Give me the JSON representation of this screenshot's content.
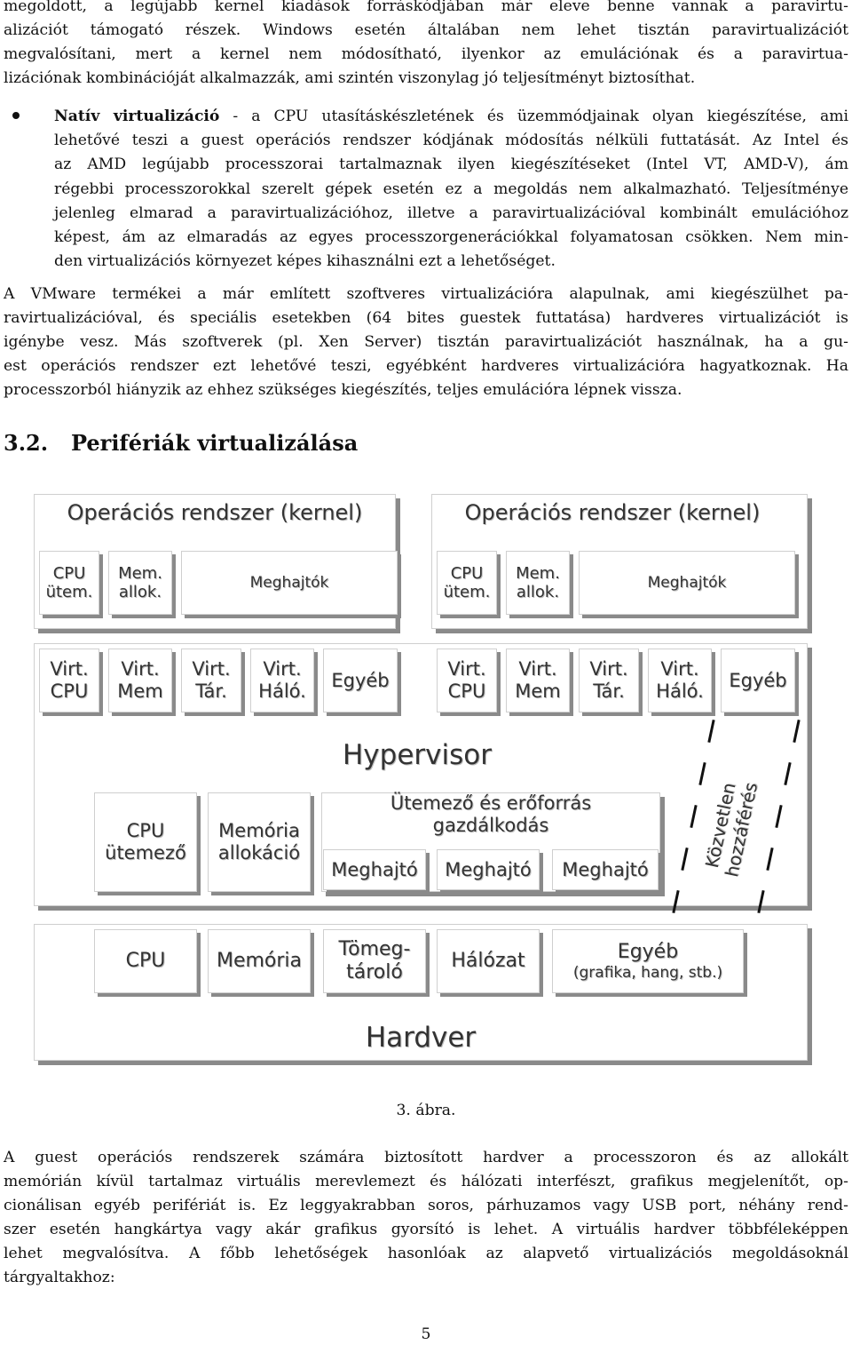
{
  "intro_lines": [
    "megoldott, a legújabb kernel kiadások forráskódjában már eleve benne vannak a paravirtu-",
    "alizációt támogató részek. Windows esetén általában nem lehet tisztán paravirtualizációt",
    "megvalósítani, mert a kernel nem módosítható, ilyenkor az emulációnak és a paravirtua-",
    "lizációnak kombinációját alkalmazzák, ami szintén viszonylag jó teljesítményt biztosíthat."
  ],
  "bullet": {
    "term": "Natív virtualizáció",
    "first_line_rest": " - a CPU utasításkészletének és üzemmódjainak olyan kiegészítése, ami",
    "lines": [
      "lehetővé teszi a guest operációs rendszer kódjának módosítás nélküli futtatását. Az Intel és",
      "az AMD legújabb processzorai tartalmaznak ilyen kiegészítéseket (Intel VT, AMD-V), ám",
      "régebbi processzorokkal szerelt gépek esetén ez a megoldás nem alkalmazható. Teljesítménye",
      "jelenleg elmarad a paravirtualizációhoz, illetve a paravirtualizációval kombinált emulációhoz",
      "képest, ám az elmaradás az egyes processzorgenerációkkal folyamatosan csökken. Nem min-",
      "den virtualizációs környezet képes kihasználni ezt a lehetőséget."
    ]
  },
  "vmware_lines": [
    "A VMware termékei a már említett szoftveres virtualizációra alapulnak, ami kiegészülhet pa-",
    "ravirtualizációval, és speciális esetekben (64 bites guestek futtatása) hardveres virtualizációt is",
    "igénybe vesz. Más szoftverek (pl. Xen Server) tisztán paravirtualizációt használnak, ha a gu-",
    "est operációs rendszer ezt lehetővé teszi, egyébként hardveres virtualizációra hagyatkoznak. Ha",
    "processzorból hiányzik az ehhez szükséges kiegészítés, teljes emulációra lépnek vissza."
  ],
  "section": {
    "number": "3.2.",
    "title": "Perifériák virtualizálása"
  },
  "diagram": {
    "os_kernel": "Operációs rendszer (kernel)",
    "cpu_sched_short": "CPU ütem.",
    "mem_alloc_short": "Mem. allok.",
    "drivers": "Meghajtók",
    "virt_cpu": "Virt. CPU",
    "virt_mem": "Virt. Mem",
    "virt_stor": "Virt. Tár.",
    "virt_net": "Virt. Háló.",
    "other": "Egyéb",
    "hypervisor": "Hypervisor",
    "cpu_scheduler": "CPU ütemező",
    "mem_allocation": "Memória allokáció",
    "scheduling_resources": "Ütemező és erőforrás gazdálkodás",
    "driver": "Meghajtó",
    "direct_access": "Közvetlen hozzáférés",
    "hw_cpu": "CPU",
    "hw_memory": "Memória",
    "hw_storage": "Tömeg- tároló",
    "hw_network": "Hálózat",
    "hw_other": "Egyéb",
    "hw_other_detail": "(grafika, hang, stb.)",
    "hardware": "Hardver"
  },
  "caption": "3. ábra.",
  "guest_lines": [
    "A guest operációs rendszerek számára biztosított hardver a processzoron és az allokált",
    "memórián kívül tartalmaz virtuális merevlemezt és hálózati interfészt, grafikus megjelenítőt, op-",
    "cionálisan egyéb perifériát is. Ez leggyakrabban soros, párhuzamos vagy USB port, néhány rend-",
    "szer esetén hangkártya vagy akár grafikus gyorsító is lehet. A virtuális hardver többféleképpen",
    "lehet megvalósítva. A főbb lehetőségek hasonlóak az alapvető virtualizációs megoldásoknál",
    "tárgyaltakhoz:"
  ],
  "page_number": "5"
}
